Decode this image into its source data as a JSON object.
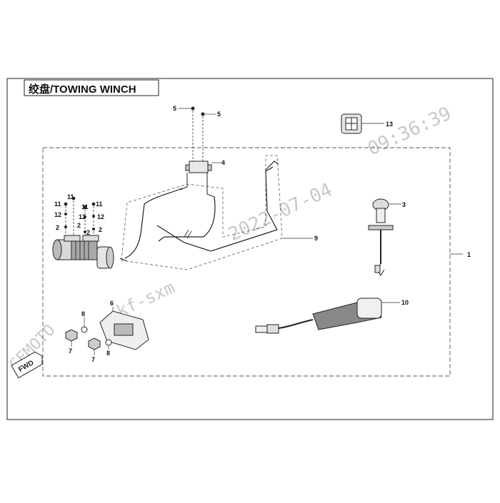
{
  "diagram": {
    "title": "绞盘/TOWING WINCH",
    "callouts": {
      "c1": "1",
      "c2a": "2",
      "c2b": "2",
      "c2c": "2",
      "c2d": "2",
      "c3": "3",
      "c4": "4",
      "c5a": "5",
      "c5b": "5",
      "c6": "6",
      "c7a": "7",
      "c7b": "7",
      "c8a": "8",
      "c8b": "8",
      "c9": "9",
      "c10": "10",
      "c11a": "11",
      "c11b": "11",
      "c11c": "11",
      "c11d": "11",
      "c12a": "12",
      "c12b": "12",
      "c12c": "12",
      "c13": "13"
    },
    "watermark": {
      "time": "09:36:39",
      "date": "2022-07-04",
      "user": "kf-sxm",
      "brand": "CFMOTO"
    },
    "logo_text": "FWD"
  }
}
